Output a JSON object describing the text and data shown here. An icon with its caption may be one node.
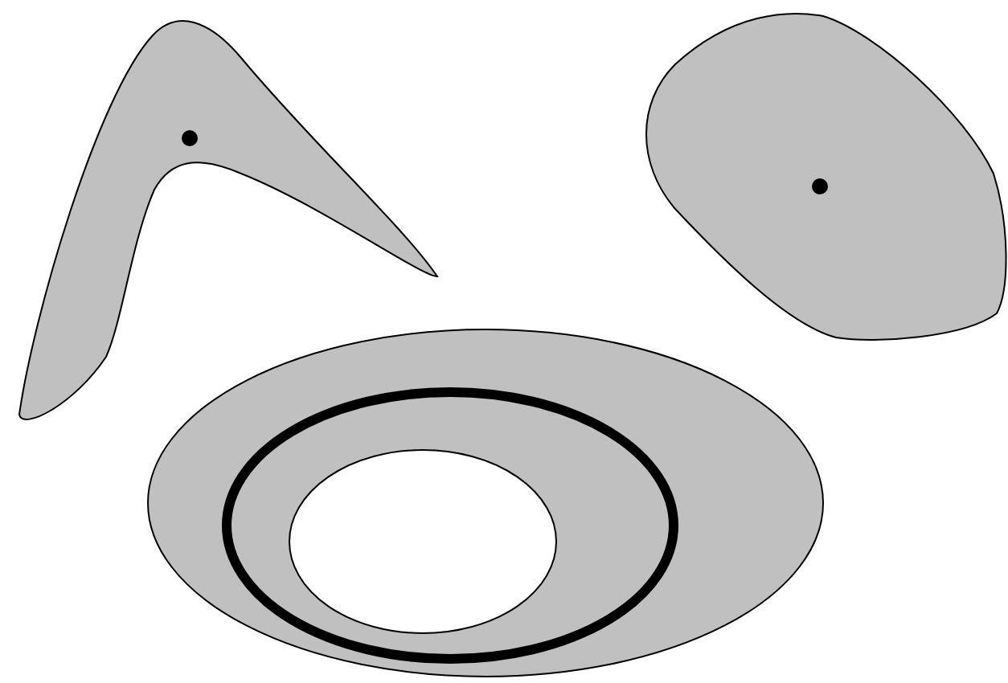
{
  "diagram": {
    "nodes": [
      {
        "text": [],
        "shape": "boomerang"
      },
      {
        "text": [],
        "shape": "blob"
      },
      {
        "text": [],
        "shape": "ring"
      }
    ]
  }
}
